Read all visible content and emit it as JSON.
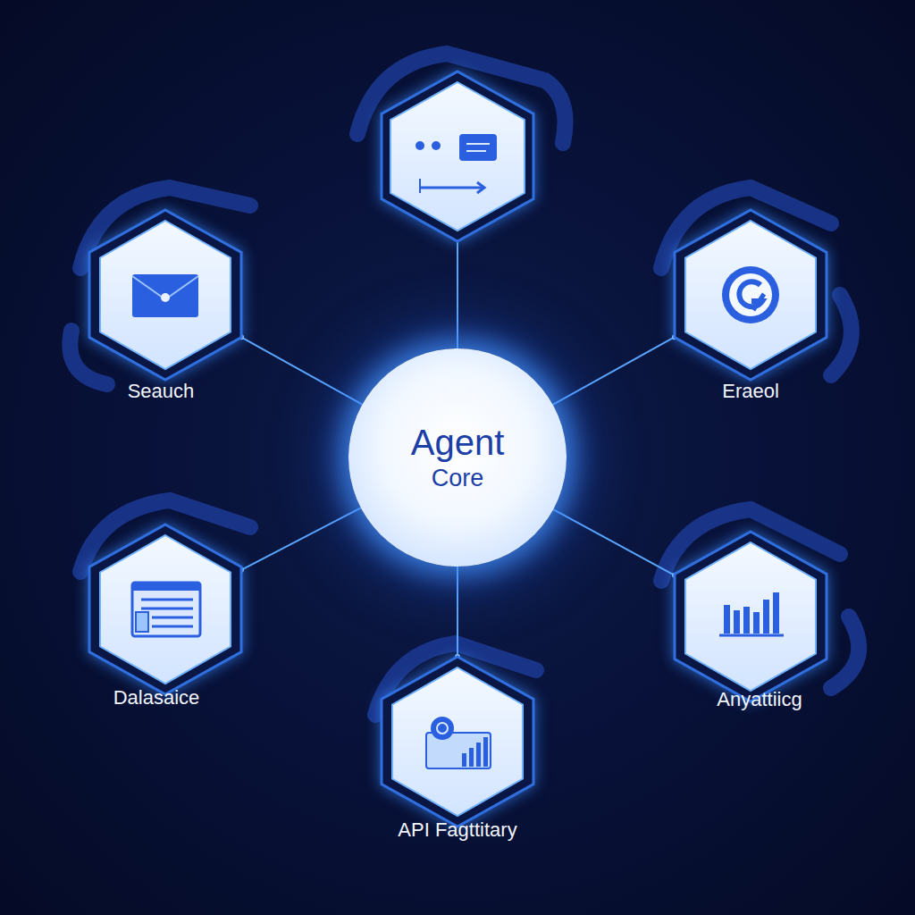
{
  "diagram": {
    "nodes": [
      {
        "text": [
          "Agent",
          "Core"
        ]
      },
      {
        "text": [
          "Seauch"
        ]
      },
      {
        "text": [
          "Eraeol"
        ]
      },
      {
        "text": [
          "Dalasaice"
        ]
      },
      {
        "text": [
          "Anyattiicg"
        ]
      },
      {
        "text": [
          "API Fagttitary"
        ]
      }
    ],
    "edges": [
      {
        "from": 0,
        "to": 1,
        "arrow": "none"
      },
      {
        "from": 0,
        "to": 2,
        "arrow": "none"
      },
      {
        "from": 0,
        "to": 3,
        "arrow": "none"
      },
      {
        "from": 0,
        "to": 4,
        "arrow": "none"
      },
      {
        "from": 0,
        "to": 5,
        "arrow": "none"
      }
    ]
  }
}
